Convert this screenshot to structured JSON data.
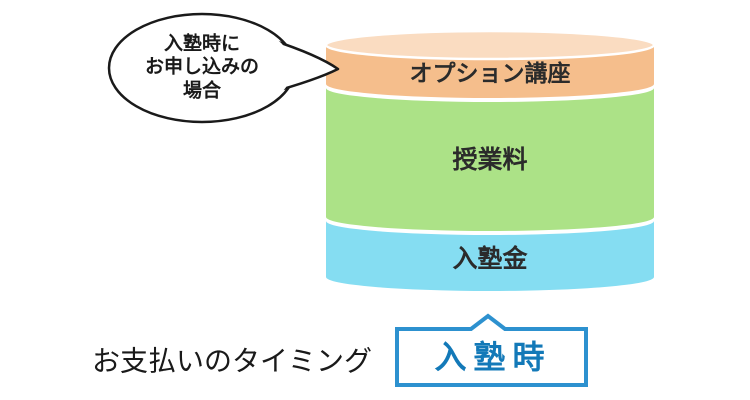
{
  "speech_bubble": {
    "line1": "入塾時に",
    "line2": "お申し込みの",
    "line3": "場合",
    "text_color": "#1A1A1A",
    "outline_color": "#1A1A1A",
    "fill_color": "#FFFFFF"
  },
  "cylinder": {
    "cap_color": "#FADCC1",
    "label_color": "#2B2B2B",
    "segments": [
      {
        "label": "オプション講座",
        "color": "#F5BE8C"
      },
      {
        "label": "授業料",
        "color": "#ACE287"
      },
      {
        "label": "入塾金",
        "color": "#85DDF2"
      }
    ]
  },
  "footer": {
    "label": "お支払いのタイミング",
    "label_color": "#1A1A1A",
    "value": "入塾時",
    "value_color": "#1379B8",
    "box_border_color": "#2D91CF",
    "box_fill_color": "#FFFFFF"
  }
}
